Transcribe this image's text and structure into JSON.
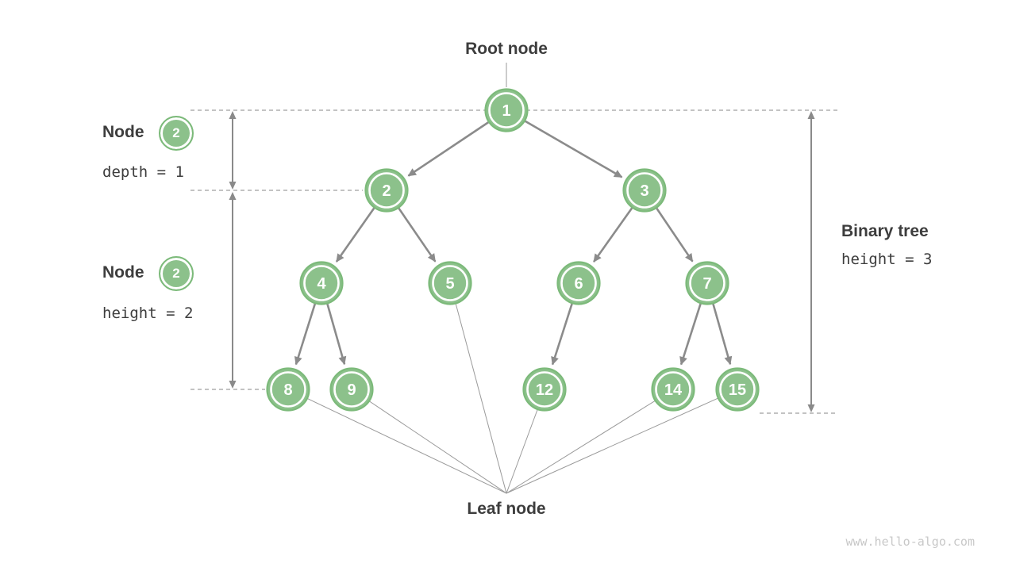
{
  "page": {
    "watermark": "www.hello-algo.com",
    "background": "#ffffff"
  },
  "colors": {
    "node_fill": "#8cc18b",
    "node_border": "#7cba7a",
    "node_ring": "#ffffff",
    "edge_gray": "#8b8b8b",
    "dashed_gray": "#9f9f9f",
    "text_dark": "#3d3d3d",
    "watermark_gray": "#c8c8c8"
  },
  "labels": {
    "root": "Root node",
    "leaf": "Leaf node",
    "depth_annotation": {
      "title": "Node",
      "badge": "2",
      "caption": "depth = 1"
    },
    "height_annotation": {
      "title": "Node",
      "badge": "2",
      "caption": "height = 2"
    },
    "tree_annotation": {
      "title": "Binary tree",
      "caption": "height = 3"
    }
  },
  "tree": {
    "root": "1",
    "node_labels": [
      "1",
      "2",
      "3",
      "4",
      "5",
      "6",
      "7",
      "8",
      "9",
      "12",
      "14",
      "15"
    ],
    "edges": [
      [
        "1",
        "2"
      ],
      [
        "1",
        "3"
      ],
      [
        "2",
        "4"
      ],
      [
        "2",
        "5"
      ],
      [
        "3",
        "6"
      ],
      [
        "3",
        "7"
      ],
      [
        "4",
        "8"
      ],
      [
        "4",
        "9"
      ],
      [
        "6",
        "12"
      ],
      [
        "7",
        "14"
      ],
      [
        "7",
        "15"
      ]
    ],
    "leaves": [
      "8",
      "9",
      "5",
      "12",
      "14",
      "15"
    ],
    "levels": [
      [
        "1"
      ],
      [
        "2",
        "3"
      ],
      [
        "4",
        "5",
        "6",
        "7"
      ],
      [
        "8",
        "9",
        "12",
        "14",
        "15"
      ]
    ]
  }
}
